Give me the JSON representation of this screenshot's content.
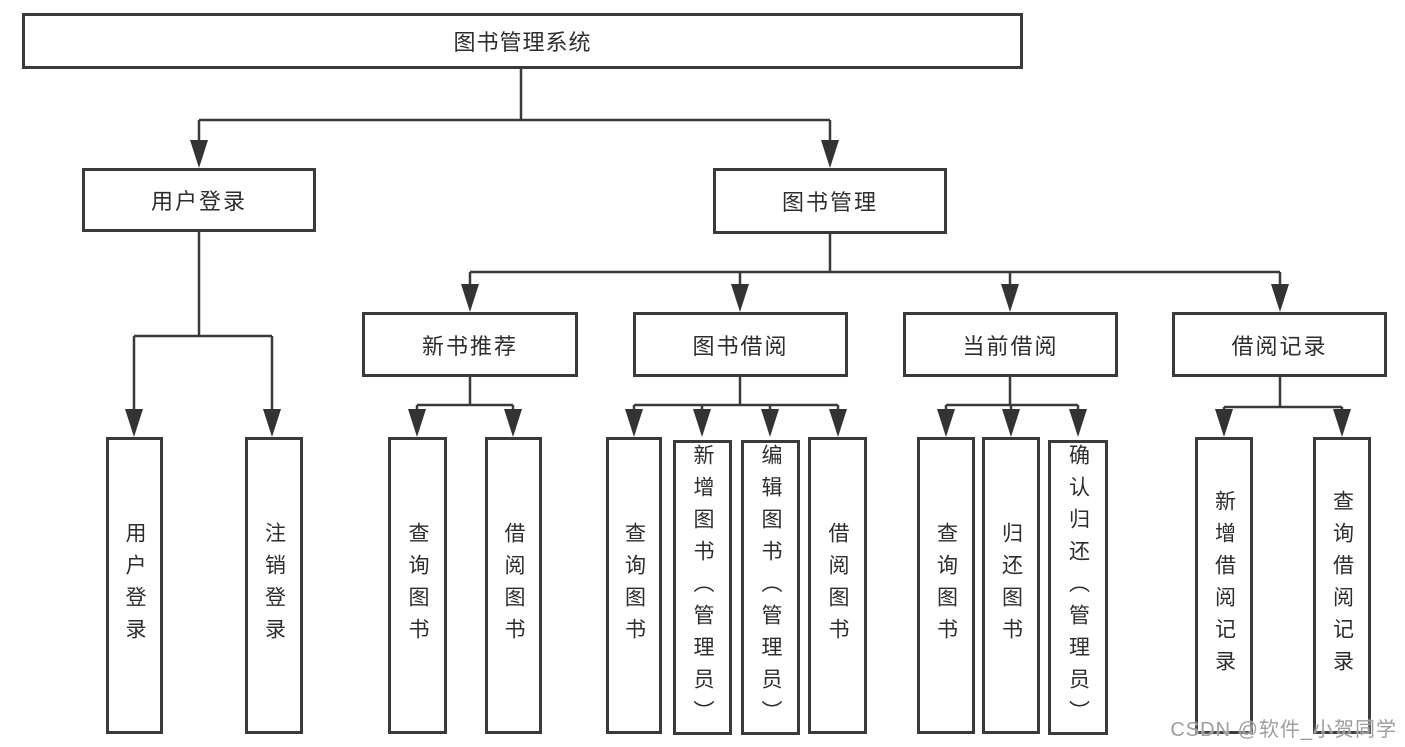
{
  "tree": {
    "root": {
      "label": "图书管理系统"
    },
    "level2": [
      {
        "label": "用户登录",
        "children": [
          {
            "label": "用户登录"
          },
          {
            "label": "注销登录"
          }
        ]
      },
      {
        "label": "图书管理",
        "children": [
          {
            "label": "新书推荐",
            "children": [
              {
                "label": "查询图书"
              },
              {
                "label": "借阅图书"
              }
            ]
          },
          {
            "label": "图书借阅",
            "children": [
              {
                "label": "查询图书"
              },
              {
                "label": "新增图书（管理员）"
              },
              {
                "label": "编辑图书（管理员）"
              },
              {
                "label": "借阅图书"
              }
            ]
          },
          {
            "label": "当前借阅",
            "children": [
              {
                "label": "查询图书"
              },
              {
                "label": "归还图书"
              },
              {
                "label": "确认归还（管理员）"
              }
            ]
          },
          {
            "label": "借阅记录",
            "children": [
              {
                "label": "新增借阅记录"
              },
              {
                "label": "查询借阅记录"
              }
            ]
          }
        ]
      }
    ]
  },
  "watermark": "CSDN @软件_小贺同学",
  "colors": {
    "line": "#3a3a3a",
    "border": "#3a3a3a",
    "text": "#2d2d2d",
    "watermark": "#9e9e9e",
    "background": "#ffffff"
  }
}
